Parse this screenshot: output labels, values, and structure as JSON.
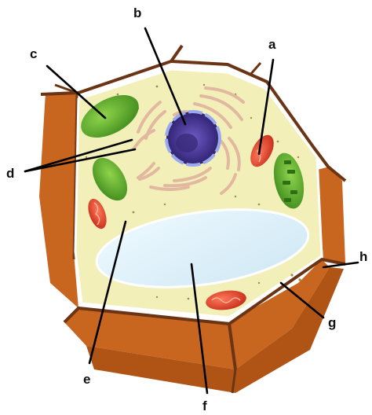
{
  "diagram": {
    "labels": {
      "a": "a",
      "b": "b",
      "c": "c",
      "d": "d",
      "e": "e",
      "f": "f",
      "g": "g",
      "h": "h"
    }
  },
  "colors": {
    "cell_wall": "#c8651f",
    "cell_wall_dark": "#6b3414",
    "cytoplasm": "#f2f0b8",
    "nucleus": "#4b3a9a",
    "nucleus_envelope": "#9aa8f0",
    "chloroplast": "#5fae2f",
    "mitochondrion": "#e0402a",
    "vacuole": "#d8eef8",
    "golgi": "#e2b8a0",
    "leader_line": "#000000"
  }
}
